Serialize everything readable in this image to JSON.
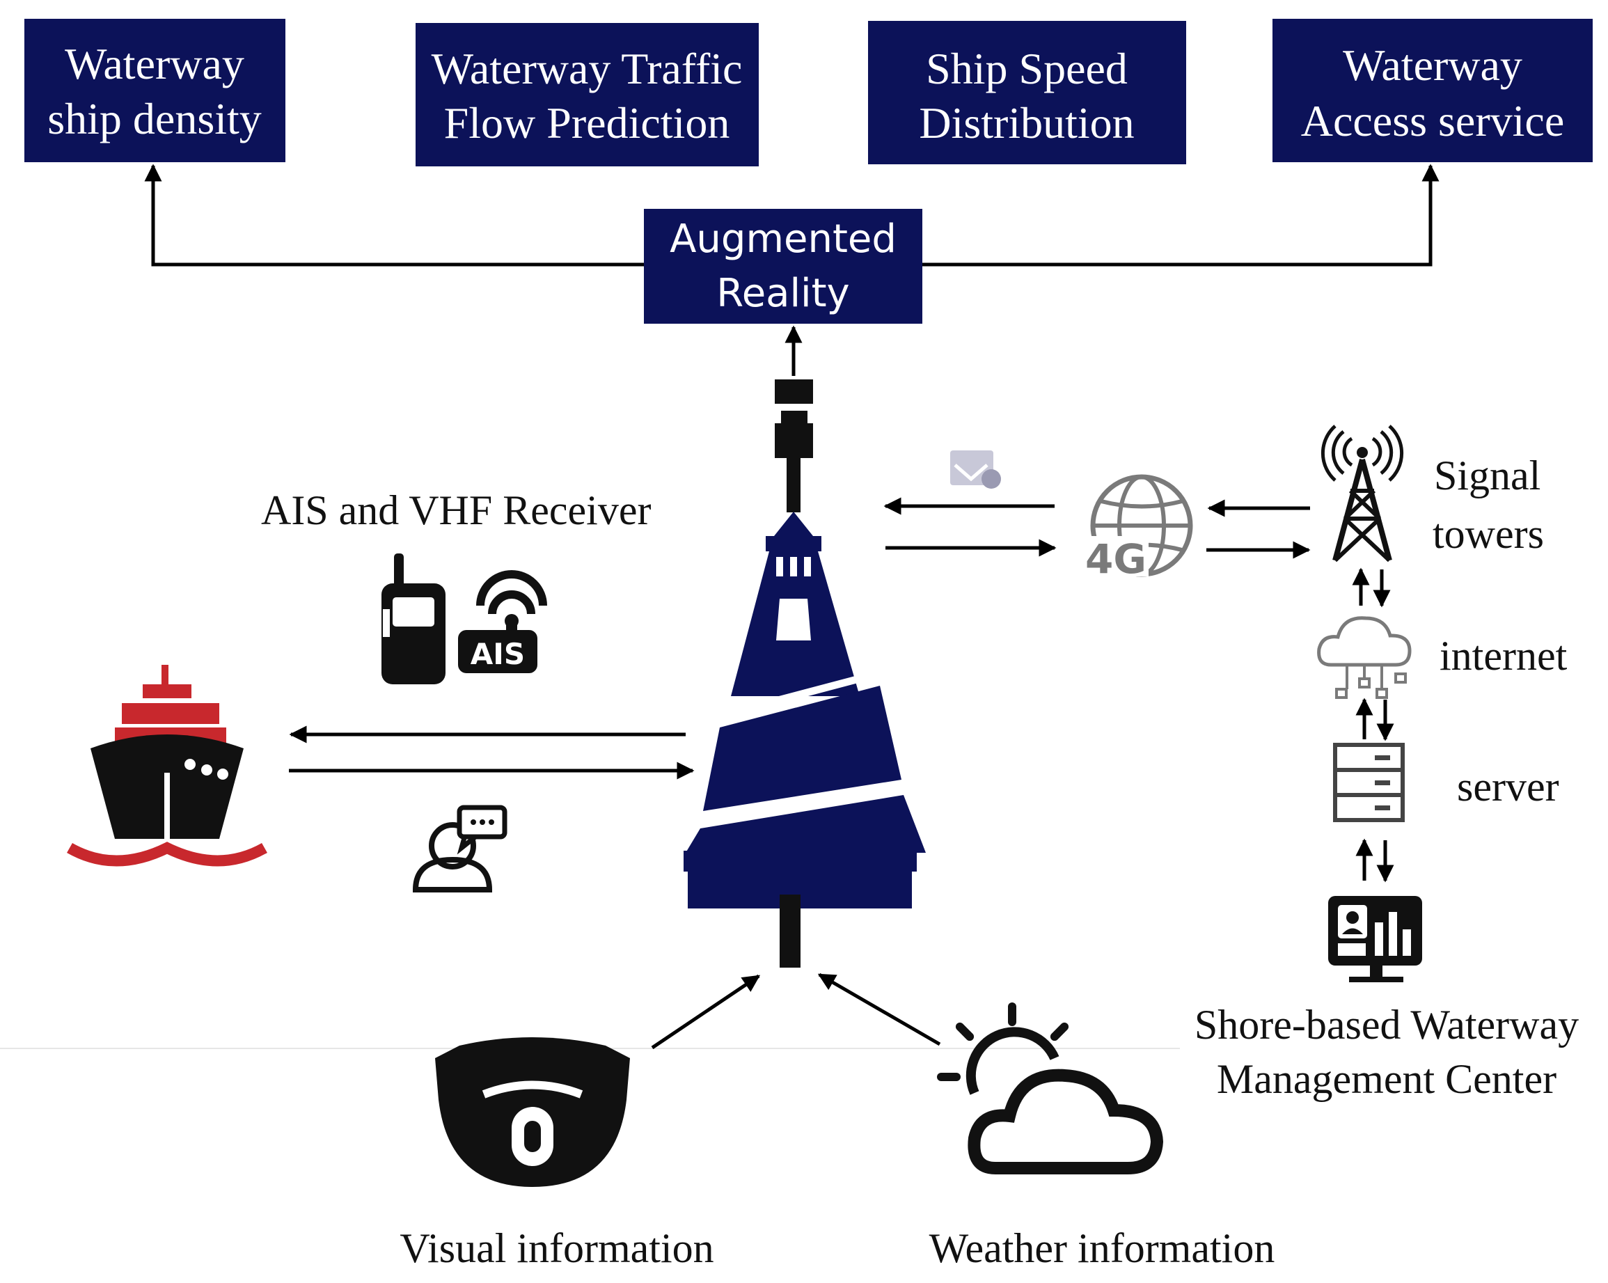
{
  "top_boxes": [
    {
      "line1": "Waterway",
      "line2": "ship density"
    },
    {
      "line1": "Waterway Traffic",
      "line2": "Flow Prediction"
    },
    {
      "line1": "Ship Speed",
      "line2": "Distribution"
    },
    {
      "line1": "Waterway",
      "line2": "Access service"
    }
  ],
  "ar_box": {
    "line1": "Augmented",
    "line2": "Reality"
  },
  "labels": {
    "ais_vhf": "AIS and VHF Receiver",
    "ais_badge": "AIS",
    "signal_line1": "Signal",
    "signal_line2": "towers",
    "internet": "internet",
    "server": "server",
    "shore_line1": "Shore-based Waterway",
    "shore_line2": "Management Center",
    "visual": "Visual  information",
    "weather": "Weather information",
    "network_badge": "4G"
  },
  "colors": {
    "navy": "#0c1259",
    "ship_red": "#c8282d",
    "icon_black": "#111111",
    "icon_gray": "#7a7a7a"
  }
}
